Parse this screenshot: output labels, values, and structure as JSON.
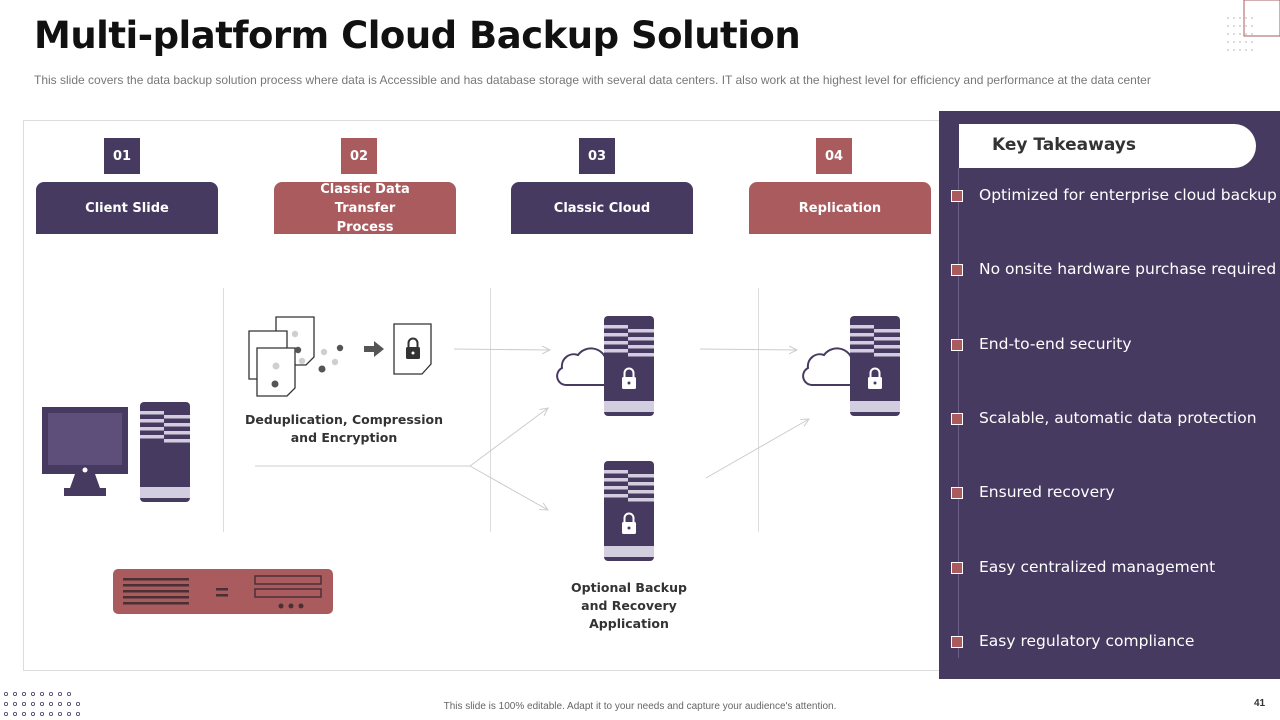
{
  "title": "Multi-platform Cloud Backup Solution",
  "subtitle": "This slide covers the data backup solution process where data is Accessible and has database storage with several data centers. IT also work at the highest level for efficiency and performance at the data center",
  "steps": [
    {
      "number": "01",
      "label": "Client Slide"
    },
    {
      "number": "02",
      "label": "Classic Data Transfer Process"
    },
    {
      "number": "03",
      "label": "Classic Cloud"
    },
    {
      "number": "04",
      "label": "Replication"
    }
  ],
  "captions": {
    "dedup": "Deduplication, Compression and Encryption",
    "optional": "Optional Backup and Recovery Application"
  },
  "takeaways": {
    "title": "Key Takeaways",
    "items": [
      "Optimized for enterprise cloud backup",
      "No onsite hardware purchase required",
      "End-to-end security",
      "Scalable, automatic data protection",
      "Ensured recovery",
      "Easy centralized management",
      "Easy regulatory compliance"
    ]
  },
  "footer": "This slide is 100% editable. Adapt it to your needs and capture your audience's attention.",
  "page_number": "41",
  "colors": {
    "primary": "#473a61",
    "accent": "#a95b5e",
    "light": "#d3cde0"
  },
  "icons": [
    "monitor-icon",
    "server-icon",
    "documents-icon",
    "arrow-right-icon",
    "lock-icon",
    "cloud-icon",
    "network-switch-icon"
  ]
}
